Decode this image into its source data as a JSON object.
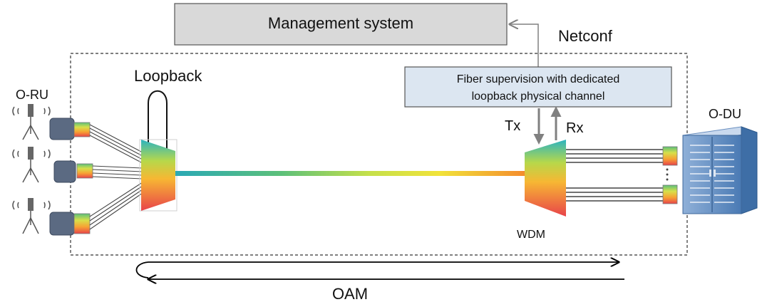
{
  "management_system": {
    "label": "Management system"
  },
  "netconf": {
    "label": "Netconf"
  },
  "fiber_supervision": {
    "line1": "Fiber supervision with dedicated",
    "line2": "loopback physical channel"
  },
  "loopback": {
    "label": "Loopback"
  },
  "oru": {
    "label": "O-RU"
  },
  "odu": {
    "label": "O-DU"
  },
  "tx": {
    "label": "Tx"
  },
  "rx": {
    "label": "Rx"
  },
  "wdm": {
    "label": "WDM"
  },
  "oam": {
    "label": "OAM"
  },
  "colors": {
    "management_fill": "#d9d9d9",
    "supervision_fill": "#dce6f1",
    "arrow_gray": "#808080"
  }
}
